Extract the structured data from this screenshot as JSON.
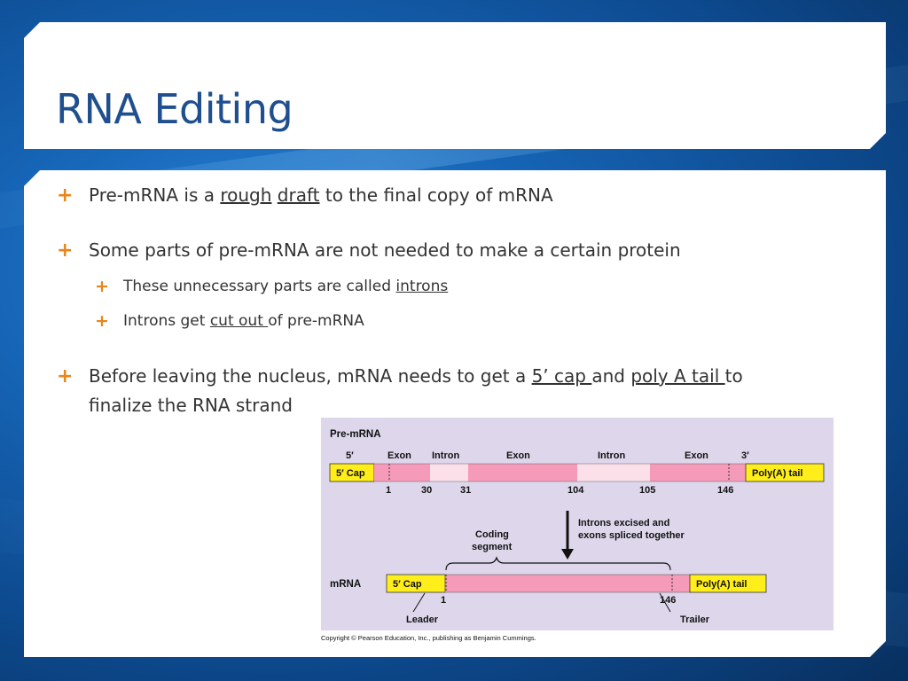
{
  "slide": {
    "title": "RNA Editing",
    "bullets": [
      {
        "parts": [
          "Pre-mRNA is a ",
          "rough",
          " ",
          "draft",
          " to the final copy of mRNA"
        ]
      },
      {
        "text": "Some parts of pre-mRNA are not needed to make a certain protein",
        "sub": [
          {
            "parts": [
              "These unnecessary parts are called ",
              "introns"
            ]
          },
          {
            "parts": [
              "Introns get ",
              "cut out ",
              "of pre-mRNA"
            ]
          }
        ]
      },
      {
        "parts": [
          "Before leaving the nucleus, mRNA needs to get a ",
          "5’ cap ",
          "and ",
          "poly A tail ",
          "to"
        ],
        "line2": "finalize the RNA strand"
      }
    ]
  },
  "figure": {
    "premrna_label": "Pre-mRNA",
    "mrna_label": "mRNA",
    "five_prime": "5′",
    "three_prime": "3′",
    "segment_labels": [
      "Exon",
      "Intron",
      "Exon",
      "Intron",
      "Exon"
    ],
    "cap_label": "5′ Cap",
    "polya_label": "Poly(A) tail",
    "premrna_positions": [
      "1",
      "30",
      "31",
      "104",
      "105",
      "146"
    ],
    "mrna_positions": [
      "1",
      "146"
    ],
    "arrow_note": [
      "Introns excised and",
      "exons spliced together"
    ],
    "coding_segment": [
      "Coding",
      "segment"
    ],
    "leader_label": "Leader",
    "trailer_label": "Trailer",
    "colors": {
      "exon": "#f59ab8",
      "intron": "#fbe0ea",
      "cap": "#ffee1a",
      "background": "#ded7ec",
      "bullet": "#e8861b",
      "title": "#1f4f8f"
    }
  },
  "copyright": "Copyright © Pearson Education, Inc., publishing as Benjamin Cummings."
}
